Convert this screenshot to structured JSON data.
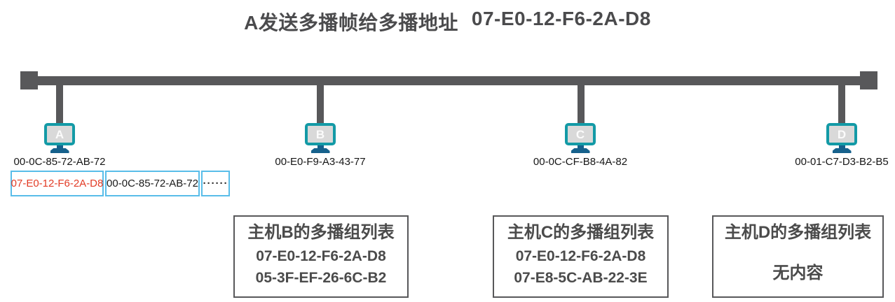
{
  "title": {
    "action": "A发送多播帧给多播地址",
    "address": "07-E0-12-F6-2A-D8"
  },
  "hosts": [
    {
      "label": "A",
      "mac": "00-0C-85-72-AB-72"
    },
    {
      "label": "B",
      "mac": "00-E0-F9-A3-43-77"
    },
    {
      "label": "C",
      "mac": "00-0C-CF-B8-4A-82"
    },
    {
      "label": "D",
      "mac": "00-01-C7-D3-B2-B5"
    }
  ],
  "frame": {
    "destination": "07-E0-12-F6-2A-D8",
    "source": "00-0C-85-72-AB-72",
    "ellipsis": "······"
  },
  "multicast_lists": [
    {
      "title": "主机B的多播组列表",
      "entries": [
        "07-E0-12-F6-2A-D8",
        "05-3F-EF-26-6C-B2"
      ]
    },
    {
      "title": "主机C的多播组列表",
      "entries": [
        "07-E0-12-F6-2A-D8",
        "07-E8-5C-AB-22-3E"
      ]
    },
    {
      "title": "主机D的多播组列表",
      "entries": [],
      "empty_text": "无内容"
    }
  ],
  "colors": {
    "bus_gray": "#58585a",
    "monitor_teal": "#139aa6",
    "monitor_screen_gray": "#d9d9d9",
    "stand_blue": "#16618c",
    "frame_border_blue": "#59bde9",
    "destination_red": "#e23b25",
    "box_border_gray": "#58585a",
    "text_dark_gray": "#4b4b4b"
  }
}
